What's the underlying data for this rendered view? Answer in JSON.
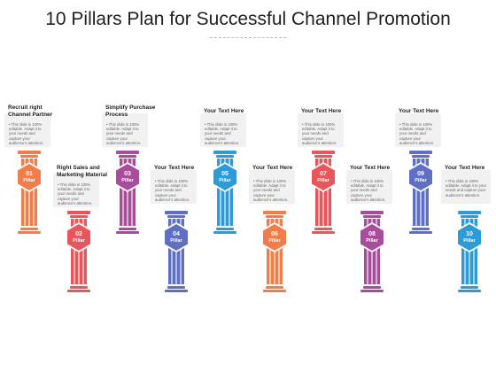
{
  "title": "10 Pillars Plan for Successful Channel Promotion",
  "body_text": "This slide is 100% editable. Adapt it to your needs and capture your audience's attention.",
  "pillars": [
    {
      "number": "01",
      "label": "Pillar",
      "heading": "Recruit right Channel Partner",
      "color": "#f07d4a"
    },
    {
      "number": "02",
      "label": "Pillar",
      "heading": "Right Sales and Marketing Material",
      "color": "#e8555b"
    },
    {
      "number": "03",
      "label": "Pillar",
      "heading": "Simplify Purchase Process",
      "color": "#a84d9c"
    },
    {
      "number": "04",
      "label": "Pillar",
      "heading": "Your Text Here",
      "color": "#5f6fc4"
    },
    {
      "number": "05",
      "label": "Pillar",
      "heading": "Your Text Here",
      "color": "#2e9ad6"
    },
    {
      "number": "06",
      "label": "Pillar",
      "heading": "Your Text Here",
      "color": "#f07d4a"
    },
    {
      "number": "07",
      "label": "Pillar",
      "heading": "Your Text Here",
      "color": "#e8555b"
    },
    {
      "number": "08",
      "label": "Pillar",
      "heading": "Your Text Here",
      "color": "#a84d9c"
    },
    {
      "number": "09",
      "label": "Pillar",
      "heading": "Your Text Here",
      "color": "#5f6fc4"
    },
    {
      "number": "10",
      "label": "Pillar",
      "heading": "Your Text Here",
      "color": "#2e9ad6"
    }
  ]
}
